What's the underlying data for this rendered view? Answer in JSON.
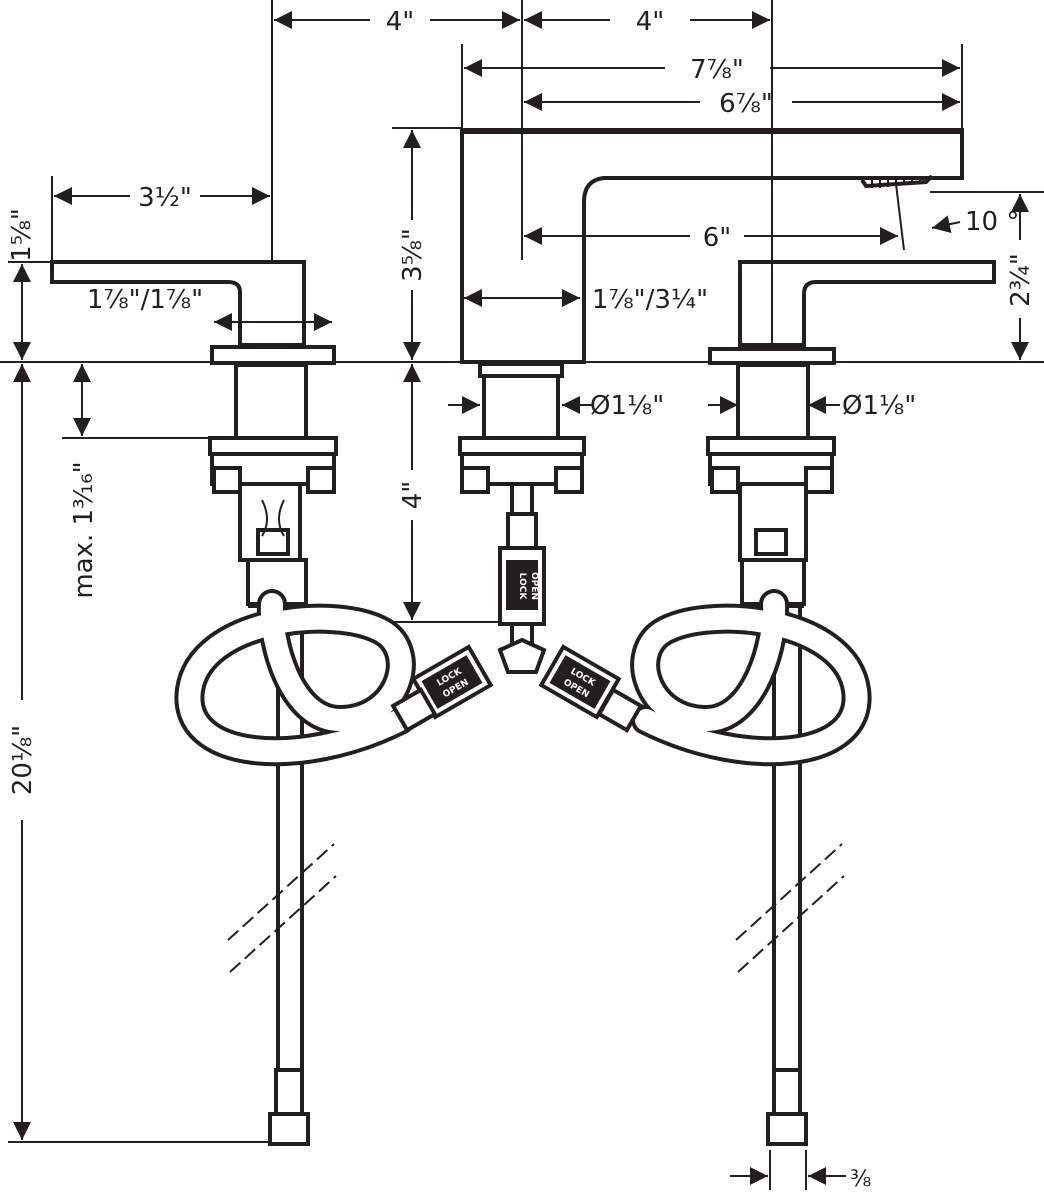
{
  "dimensions": {
    "spread_left": "4\"",
    "spread_right": "4\"",
    "spout_total_length": "7⅞\"",
    "spout_projection": "6⅞\"",
    "handle_length": "3½\"",
    "handle_height": "1⅝\"",
    "handle_base": "1⅞\"/1⅞\"",
    "spout_height": "3⅝\"",
    "spout_base": "1⅞\"/3¼\"",
    "spout_reach": "6\"",
    "aerator_angle": "10 °",
    "outlet_height": "2¾\"",
    "spout_shank_diameter": "Ø1⅛\"",
    "valve_shank_diameter": "Ø1⅛\"",
    "deck_thickness": "max. 1³⁄₁₆\"",
    "shank_length": "4\"",
    "total_depth": "20⅛\"",
    "connection": "⅜"
  },
  "tags": {
    "lock": "LOCK",
    "open": "OPEN"
  }
}
